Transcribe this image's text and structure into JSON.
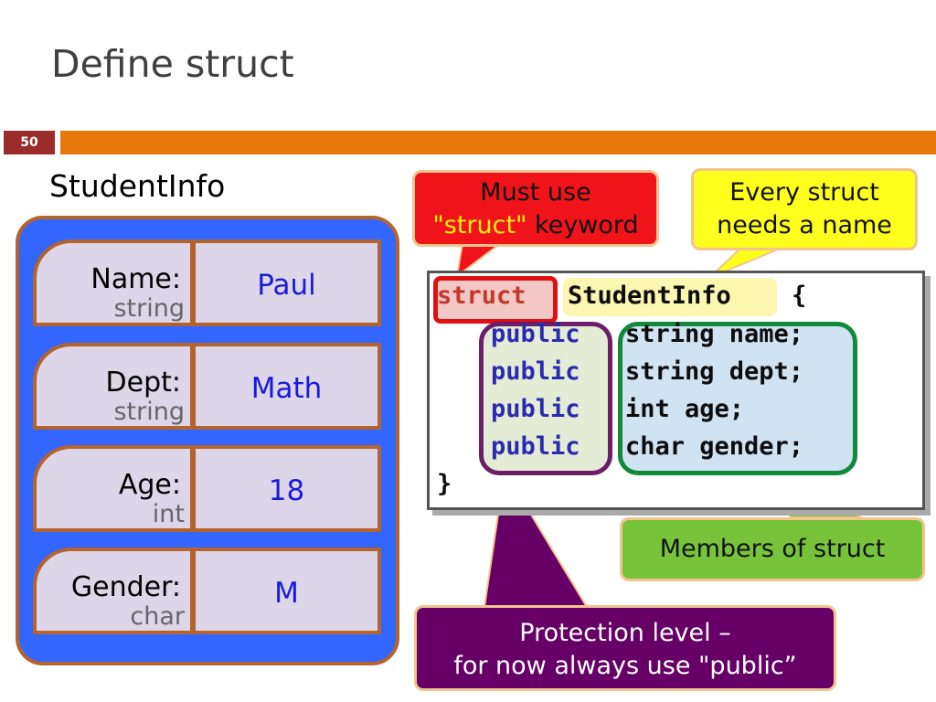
{
  "slide": {
    "title": "Define struct",
    "number": "50",
    "subtitle": "StudentInfo"
  },
  "record": {
    "fields": [
      {
        "label": "Name:",
        "type": "string",
        "value": "Paul"
      },
      {
        "label": "Dept:",
        "type": "string",
        "value": "Math"
      },
      {
        "label": "Age:",
        "type": "int",
        "value": "18"
      },
      {
        "label": "Gender:",
        "type": "char",
        "value": "M"
      }
    ]
  },
  "code": {
    "keyword": "struct",
    "struct_name": "StudentInfo",
    "open_brace": "{",
    "close_brace": "}",
    "access": "public",
    "members": [
      "string name;",
      "string dept;",
      "int age;",
      "char gender;"
    ]
  },
  "callouts": {
    "must_use_line1": "Must use",
    "must_use_keyword": "\"struct\"",
    "must_use_rest": " keyword",
    "name_line1": "Every struct",
    "name_line2": "needs a name",
    "members": "Members of struct",
    "protection_line1": "Protection level –",
    "protection_line2": "for now always use \"public”"
  },
  "colors": {
    "accent_bar": "#e8780c",
    "slide_number_bg": "#9b2c2c",
    "card_bg": "#3366ff",
    "card_border": "#b5632c",
    "callout_red": "#f0141a",
    "callout_yellow": "#ffff1e",
    "callout_green": "#77c33a",
    "callout_purple": "#660066"
  }
}
